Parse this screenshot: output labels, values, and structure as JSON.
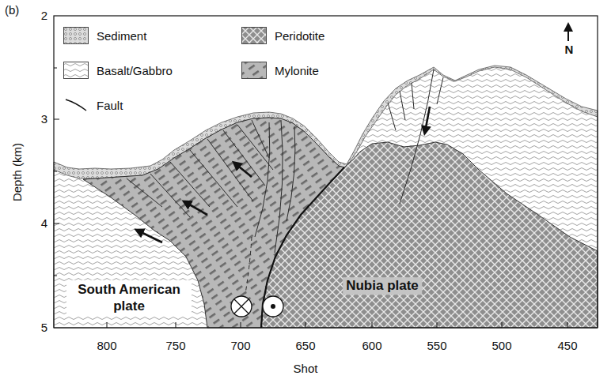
{
  "diagram": {
    "labels": [
      "(b)",
      "Depth (km)",
      "2",
      "3",
      "4",
      "5",
      "800",
      "750",
      "700",
      "650",
      "600",
      "550",
      "500",
      "450",
      "Shot",
      "N",
      "South American plate",
      "Nubia plate"
    ],
    "legend": [
      {
        "text": "Sediment"
      },
      {
        "text": "Basalt/Gabbro"
      },
      {
        "text": "Fault"
      },
      {
        "text": "Peridotite"
      },
      {
        "text": "Mylonite"
      }
    ]
  }
}
